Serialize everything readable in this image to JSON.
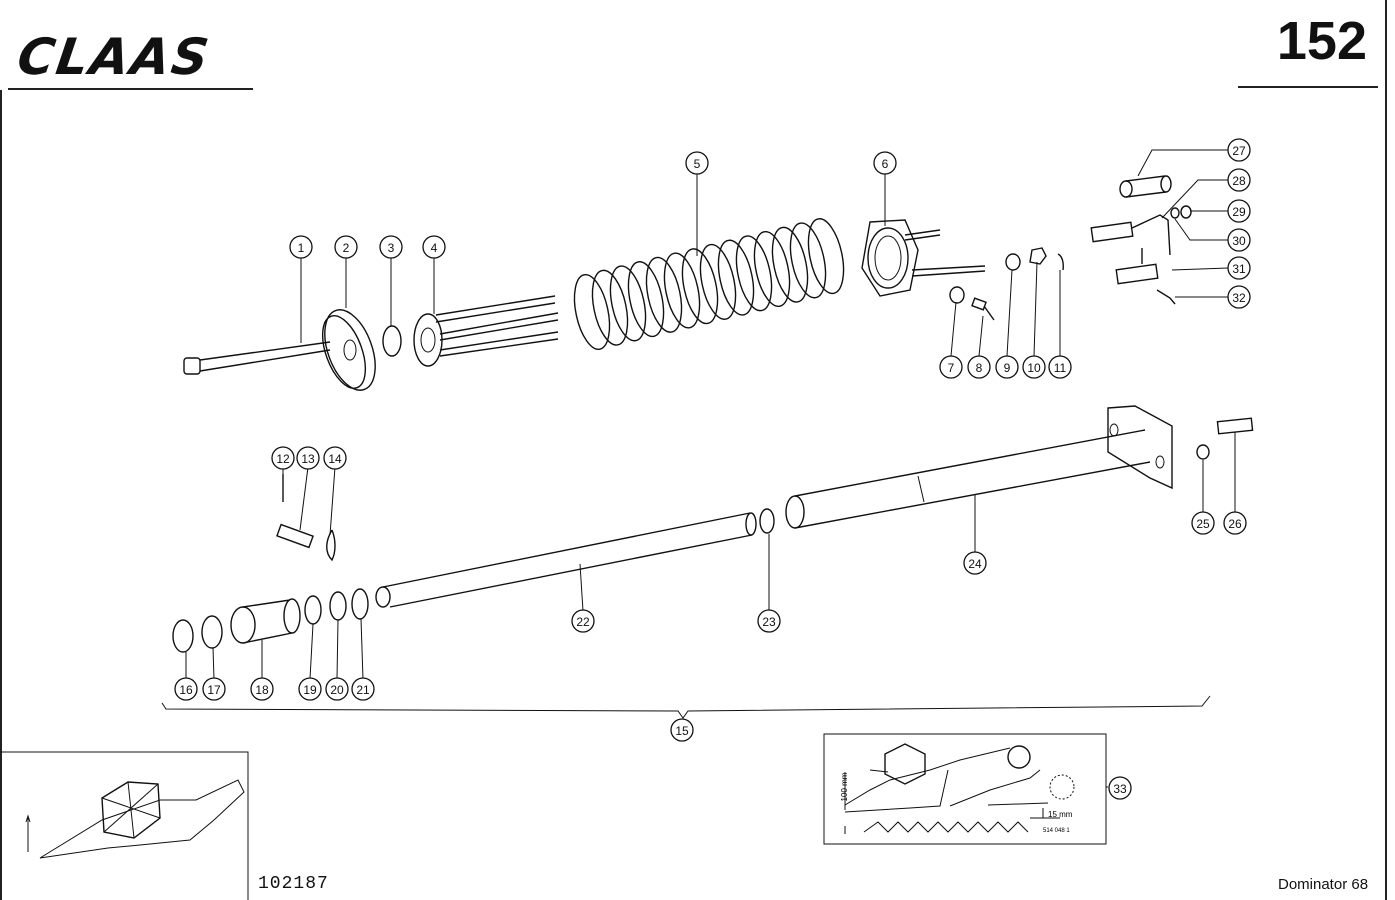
{
  "header": {
    "brand": "CLAAS",
    "page_number": "152"
  },
  "footer": {
    "document_number": "102187",
    "model": "Dominator 68"
  },
  "callouts": [
    "1",
    "2",
    "3",
    "4",
    "5",
    "6",
    "7",
    "8",
    "9",
    "10",
    "11",
    "12",
    "13",
    "14",
    "15",
    "16",
    "17",
    "18",
    "19",
    "20",
    "21",
    "22",
    "23",
    "24",
    "25",
    "26",
    "27",
    "28",
    "29",
    "30",
    "31",
    "32",
    "33"
  ],
  "inset": {
    "dimension_height": "100 mm",
    "dimension_gap": "15 mm",
    "reference_code": "514 048 1"
  }
}
